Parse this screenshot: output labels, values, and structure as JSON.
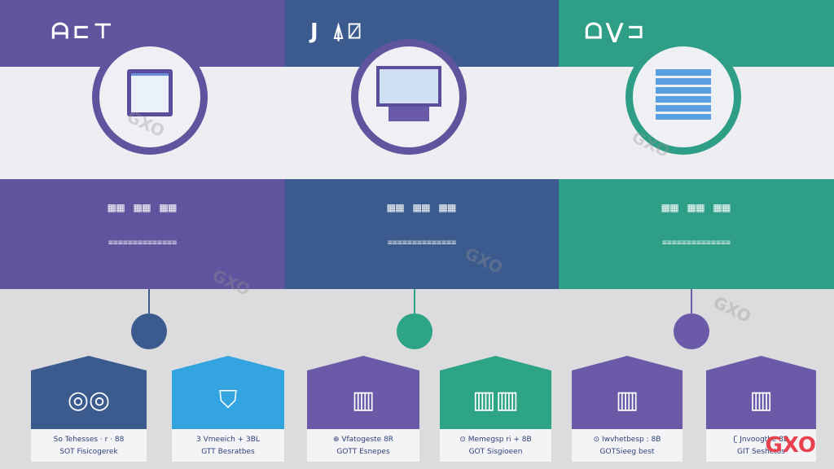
{
  "columns": [
    {
      "title": "ᗩ⊏⊤",
      "color": "#5f559e",
      "ring": "#5f559e",
      "icon": "document-tablet-icon",
      "bars": "▦▦ ▦▦ ▦▦",
      "bars2": "≡≡≡≡≡≡≡≡≡≡≡≡≡≡"
    },
    {
      "title": "J ⍋⍁",
      "color": "#3b5a8e",
      "ring": "#5f559e",
      "icon": "computer-monitor-icon",
      "bars": "▦▦ ▦▦ ▦▦",
      "bars2": "≡≡≡≡≡≡≡≡≡≡≡≡≡≡"
    },
    {
      "title": "ᗝ⋁⊐",
      "color": "#2e9e86",
      "ring": "#2e9e86",
      "icon": "spreadsheet-icon",
      "bars": "▦▦ ▦▦ ▦▦",
      "bars2": "≡≡≡≡≡≡≡≡≡≡≡≡≡≡"
    }
  ],
  "connectors": [
    {
      "color": "#3b5a8e"
    },
    {
      "color": "#2ea486"
    },
    {
      "color": "#6a5aa8"
    }
  ],
  "cards": [
    {
      "color": "#3b5a8e",
      "icon": "globe-magnifier-icon",
      "glyph": "◎◎",
      "line1": "So Tehesses · r · 88",
      "line2": "SOT Fisicogerek"
    },
    {
      "color": "#34a4e0",
      "icon": "shield-face-icon",
      "glyph": "⛉",
      "line1": "3 Vmeeich + 3BL",
      "line2": "GTT Besratbes"
    },
    {
      "color": "#6a5aa8",
      "icon": "building-lock-icon",
      "glyph": "▥",
      "line1": "⊕ Vfatogeste 8R",
      "line2": "GOTT Esnepes"
    },
    {
      "color": "#2ea486",
      "icon": "network-building-icon",
      "glyph": "▥▥",
      "line1": "⊙ Memegsp ri + 8B",
      "line2": "GOT Sisgioeen"
    },
    {
      "color": "#6a5aa8",
      "icon": "tower-handshake-icon",
      "glyph": "▥",
      "line1": "⊙ Iwvhetbesp : 8B",
      "line2": "GOTSieeg best"
    },
    {
      "color": "#6a5aa8",
      "icon": "tower-bridge-icon",
      "glyph": "▥",
      "line1": "ʗ Jnvoogthe 8B",
      "line2": "GIT Seshetos"
    }
  ],
  "watermark": "GXO",
  "logo": "GXO"
}
